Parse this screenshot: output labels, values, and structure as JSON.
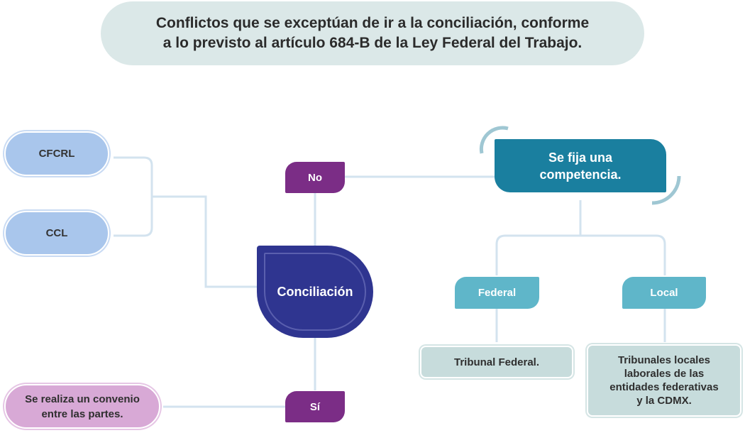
{
  "title": {
    "line1": "Conflictos que se exceptúan de ir a la conciliación, conforme",
    "line2": "a lo previsto al artículo 684-B de la Ley Federal del Trabajo."
  },
  "left": {
    "cfcrl": "CFCRL",
    "ccl": "CCL",
    "convenio_line1": "Se realiza un convenio",
    "convenio_line2": "entre las partes."
  },
  "center": {
    "no": "No",
    "si": "Sí",
    "conciliacion": "Conciliación"
  },
  "right": {
    "competencia_line1": "Se fija una",
    "competencia_line2": "competencia.",
    "federal": "Federal",
    "local": "Local",
    "tribunal_federal": "Tribunal Federal.",
    "tribunales_locales": [
      "Tribunales locales",
      "laborales de las",
      "entidades federativas",
      "y la CDMX."
    ]
  },
  "colors": {
    "line": "#d3e3ef",
    "purple": "#7b2d86",
    "navy": "#2f3590",
    "teal": "#1a7f9f",
    "light_teal": "#5fb6c9",
    "arc": "#9fc7d3"
  }
}
